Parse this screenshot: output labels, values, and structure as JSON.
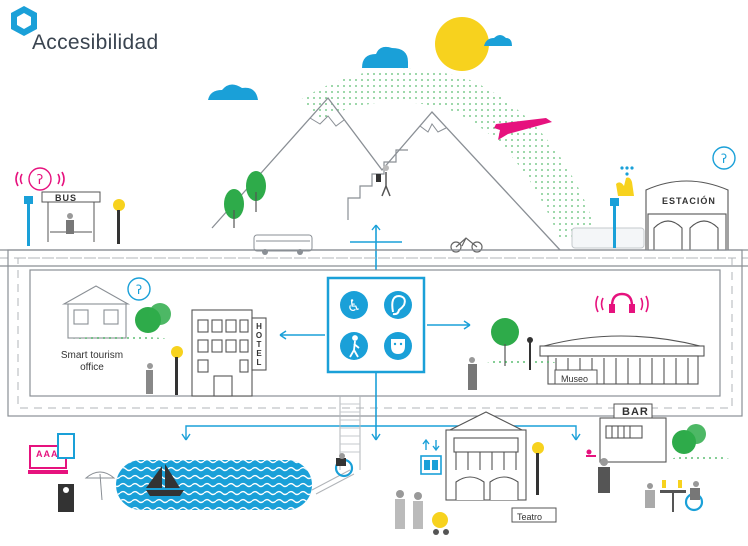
{
  "header": {
    "brand_text": "Accesibilidad",
    "logo_icon": "hexagon-logo-icon"
  },
  "signs": {
    "bus": "BUS",
    "estacion": "ESTACIÓN",
    "hotel": "HOTEL",
    "museo": "Museo",
    "bar": "BAR",
    "teatro": "Teatro",
    "aaa": "AAA"
  },
  "places": {
    "tourism_office": "Smart tourism office"
  },
  "central_panel": {
    "icons": [
      "wheelchair-icon",
      "ear-icon",
      "walking-person-icon",
      "theatre-masks-icon"
    ]
  },
  "colors": {
    "accent_blue": "#1aa0d8",
    "magenta": "#e6127e",
    "yellow": "#f7d21e",
    "green": "#2eab4a",
    "outline": "#8a8f95"
  }
}
